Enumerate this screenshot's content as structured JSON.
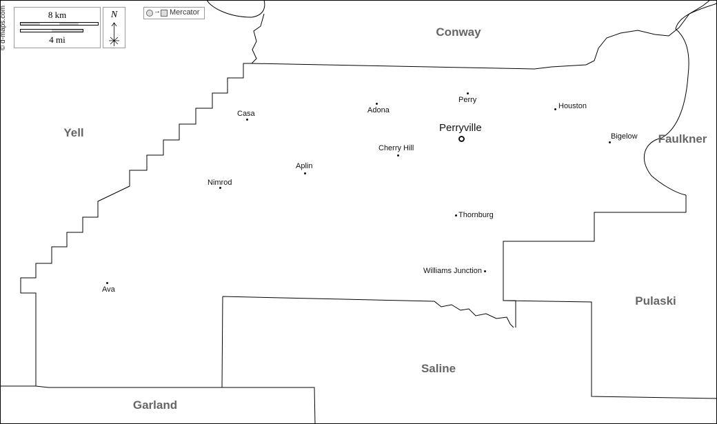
{
  "credit": "© d-maps.com",
  "scale": {
    "km_label": "8 km",
    "mi_label": "4 mi"
  },
  "north_label": "N",
  "projection_label": "Mercator",
  "counties": [
    {
      "name": "Conway"
    },
    {
      "name": "Yell"
    },
    {
      "name": "Faulkner"
    },
    {
      "name": "Pulaski"
    },
    {
      "name": "Saline"
    },
    {
      "name": "Garland"
    }
  ],
  "county_seat": {
    "name": "Perryville"
  },
  "towns": [
    {
      "name": "Perry"
    },
    {
      "name": "Adona"
    },
    {
      "name": "Houston"
    },
    {
      "name": "Casa"
    },
    {
      "name": "Bigelow"
    },
    {
      "name": "Cherry Hill"
    },
    {
      "name": "Aplin"
    },
    {
      "name": "Nimrod"
    },
    {
      "name": "Thornburg"
    },
    {
      "name": "Williams Junction"
    },
    {
      "name": "Ava"
    }
  ]
}
